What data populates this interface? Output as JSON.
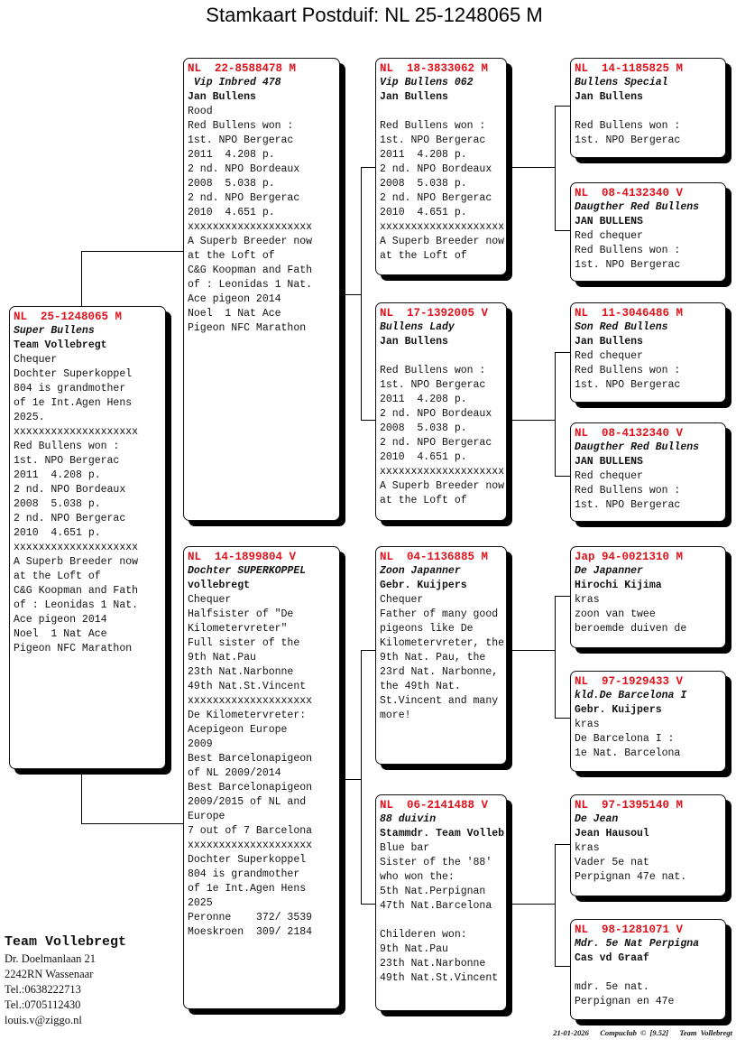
{
  "title": "Stamkaart Postduif: NL  25-1248065 M",
  "pigeons": [
    {
      "ring": "NL  25-1248065 M",
      "name": "Super Bullens",
      "breeder": "Team Vollebregt",
      "lines": [
        "Chequer",
        "Dochter Superkoppel",
        "804 is grandmother",
        "of 1e Int.Agen Hens",
        "2025.",
        "xxxxxxxxxxxxxxxxxxxx",
        "Red Bullens won :",
        "1st. NPO Bergerac",
        "2011  4.208 p.",
        "2 nd. NPO Bordeaux",
        "2008  5.038 p.",
        "2 nd. NPO Bergerac",
        "2010  4.651 p.",
        "xxxxxxxxxxxxxxxxxxxx",
        "A Superb Breeder now",
        "at the Loft of",
        "C&G Koopman and Fath",
        "of : Leonidas 1 Nat.",
        "Ace pigeon 2014",
        "Noel  1 Nat Ace",
        "Pigeon NFC Marathon"
      ]
    },
    {
      "ring": "NL  22-8588478 M",
      "name": " Vip Inbred 478",
      "breeder": "Jan Bullens",
      "lines": [
        "Rood",
        "Red Bullens won :",
        "1st. NPO Bergerac",
        "2011  4.208 p.",
        "2 nd. NPO Bordeaux",
        "2008  5.038 p.",
        "2 nd. NPO Bergerac",
        "2010  4.651 p.",
        "xxxxxxxxxxxxxxxxxxxx",
        "A Superb Breeder now",
        "at the Loft of",
        "C&G Koopman and Fath",
        "of : Leonidas 1 Nat.",
        "Ace pigeon 2014",
        "Noel  1 Nat Ace",
        "Pigeon NFC Marathon"
      ]
    },
    {
      "ring": "NL  14-1899804 V",
      "name": "Dochter SUPERKOPPEL",
      "breeder": "vollebregt",
      "lines": [
        "Chequer",
        "Halfsister of \"De",
        "Kilometervreter\"",
        "Full sister of the",
        "9th Nat.Pau",
        "23th Nat.Narbonne",
        "49th Nat.St.Vincent",
        "xxxxxxxxxxxxxxxxxxxx",
        "De Kilometervreter:",
        "Acepigeon Europe",
        "2009",
        "Best Barcelonapigeon",
        "of NL 2009/2014",
        "Best Barcelonapigeon",
        "2009/2015 of NL and",
        "Europe",
        "7 out of 7 Barcelona",
        "xxxxxxxxxxxxxxxxxxxx",
        "Dochter Superkoppel",
        "804 is grandmother",
        "of 1e Int.Agen Hens",
        "2025",
        "Peronne    372/ 3539",
        "Moeskroen  309/ 2184"
      ]
    },
    {
      "ring": "NL  18-3833062 M",
      "name": "Vip Bullens 062",
      "breeder": "Jan Bullens",
      "lines": [
        "",
        "Red Bullens won :",
        "1st. NPO Bergerac",
        "2011  4.208 p.",
        "2 nd. NPO Bordeaux",
        "2008  5.038 p.",
        "2 nd. NPO Bergerac",
        "2010  4.651 p.",
        "xxxxxxxxxxxxxxxxxxxx",
        "A Superb Breeder now",
        "at the Loft of"
      ]
    },
    {
      "ring": "NL  17-1392005 V",
      "name": "Bullens Lady",
      "breeder": "Jan Bullens",
      "lines": [
        "",
        "Red Bullens won :",
        "1st. NPO Bergerac",
        "2011  4.208 p.",
        "2 nd. NPO Bordeaux",
        "2008  5.038 p.",
        "2 nd. NPO Bergerac",
        "2010  4.651 p.",
        "xxxxxxxxxxxxxxxxxxxx",
        "A Superb Breeder now",
        "at the Loft of"
      ]
    },
    {
      "ring": "NL  04-1136885 M",
      "name": "Zoon Japanner",
      "breeder": "Gebr. Kuijpers",
      "lines": [
        "Chequer",
        "Father of many good",
        "pigeons like De",
        "Kilometervreter, the",
        "9th Nat. Pau, the",
        "23rd Nat. Narbonne,",
        "the 49th Nat.",
        "St.Vincent and many",
        "more!"
      ]
    },
    {
      "ring": "NL  06-2141488 V",
      "name": "88 duivin",
      "breeder": "Stammdr. Team Volleb",
      "lines": [
        "Blue bar",
        "Sister of the '88'",
        "who won the:",
        "5th Nat.Perpignan",
        "47th Nat.Barcelona",
        "",
        "Childeren won:",
        "9th Nat.Pau",
        "23th Nat.Narbonne",
        "49th Nat.St.Vincent"
      ]
    },
    {
      "ring": "NL  14-1185825 M",
      "name": "Bullens Special",
      "breeder": "Jan Bullens",
      "lines": [
        "",
        "Red Bullens won :",
        "1st. NPO Bergerac"
      ]
    },
    {
      "ring": "NL  08-4132340 V",
      "name": "Daugther Red Bullens",
      "breeder": "JAN BULLENS",
      "lines": [
        "Red chequer",
        "Red Bullens won :",
        "1st. NPO Bergerac"
      ]
    },
    {
      "ring": "NL  11-3046486 M",
      "name": "Son Red Bullens",
      "breeder": "Jan Bullens",
      "lines": [
        "Red chequer",
        "Red Bullens won :",
        "1st. NPO Bergerac"
      ]
    },
    {
      "ring": "NL  08-4132340 V",
      "name": "Daugther Red Bullens",
      "breeder": "JAN BULLENS",
      "lines": [
        "Red chequer",
        "Red Bullens won :",
        "1st. NPO Bergerac"
      ]
    },
    {
      "ring": "Jap 94-0021310 M",
      "name": "De Japanner",
      "breeder": "Hirochi Kijima",
      "lines": [
        "kras",
        "zoon van twee",
        "beroemde duiven de"
      ]
    },
    {
      "ring": "NL  97-1929433 V",
      "name": "kld.De Barcelona I",
      "breeder": "Gebr. Kuijpers",
      "lines": [
        "kras",
        "De Barcelona I :",
        "1e Nat. Barcelona"
      ]
    },
    {
      "ring": "NL  97-1395140 M",
      "name": "De Jean",
      "breeder": "Jean Hausoul",
      "lines": [
        "kras",
        "Vader 5e nat",
        "Perpignan 47e nat."
      ]
    },
    {
      "ring": "NL  98-1281071 V",
      "name": "Mdr. 5e Nat Perpigna",
      "breeder": "Cas vd Graaf",
      "lines": [
        "",
        "mdr. 5e nat.",
        "Perpignan en 47e"
      ]
    }
  ],
  "owner": {
    "name": "Team Vollebregt",
    "lines": [
      "Dr. Doelmanlaan 21",
      "2242RN  Wassenaar",
      "Tel.:0638222713",
      "Tel.:0705112430",
      "louis.v@ziggo.nl"
    ]
  },
  "footer": {
    "date": "21-01-2026",
    "program": "Compuclub © [9.52]",
    "team": "Team Vollebregt"
  }
}
